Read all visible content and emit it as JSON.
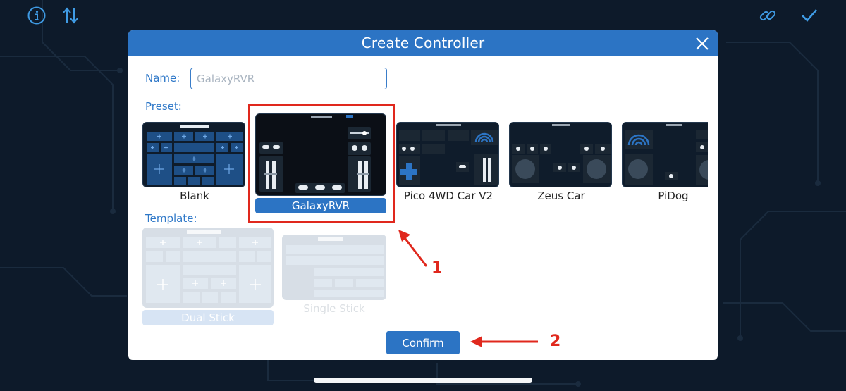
{
  "dialog": {
    "title": "Create Controller"
  },
  "name_field": {
    "label": "Name:",
    "placeholder": "GalaxyRVR",
    "value": ""
  },
  "preset": {
    "label": "Preset:",
    "selected": "GalaxyRVR",
    "items": [
      {
        "label": "Blank"
      },
      {
        "label": "GalaxyRVR"
      },
      {
        "label": "Pico 4WD Car V2"
      },
      {
        "label": "Zeus Car"
      },
      {
        "label": "PiDog"
      }
    ]
  },
  "template": {
    "label": "Template:",
    "items": [
      {
        "label": "Dual Stick"
      },
      {
        "label": "Single Stick"
      }
    ]
  },
  "confirm_label": "Confirm",
  "annotations": {
    "step1": "1",
    "step2": "2",
    "color": "#e0281d"
  },
  "colors": {
    "accent": "#2c74c4",
    "background": "#0d1a2a",
    "thumb_bg": "#0f1c2b"
  },
  "icons": {
    "info": "info-icon",
    "sort": "sort-arrows-icon",
    "link": "link-icon",
    "check": "checkmark-icon",
    "close": "close-icon"
  }
}
